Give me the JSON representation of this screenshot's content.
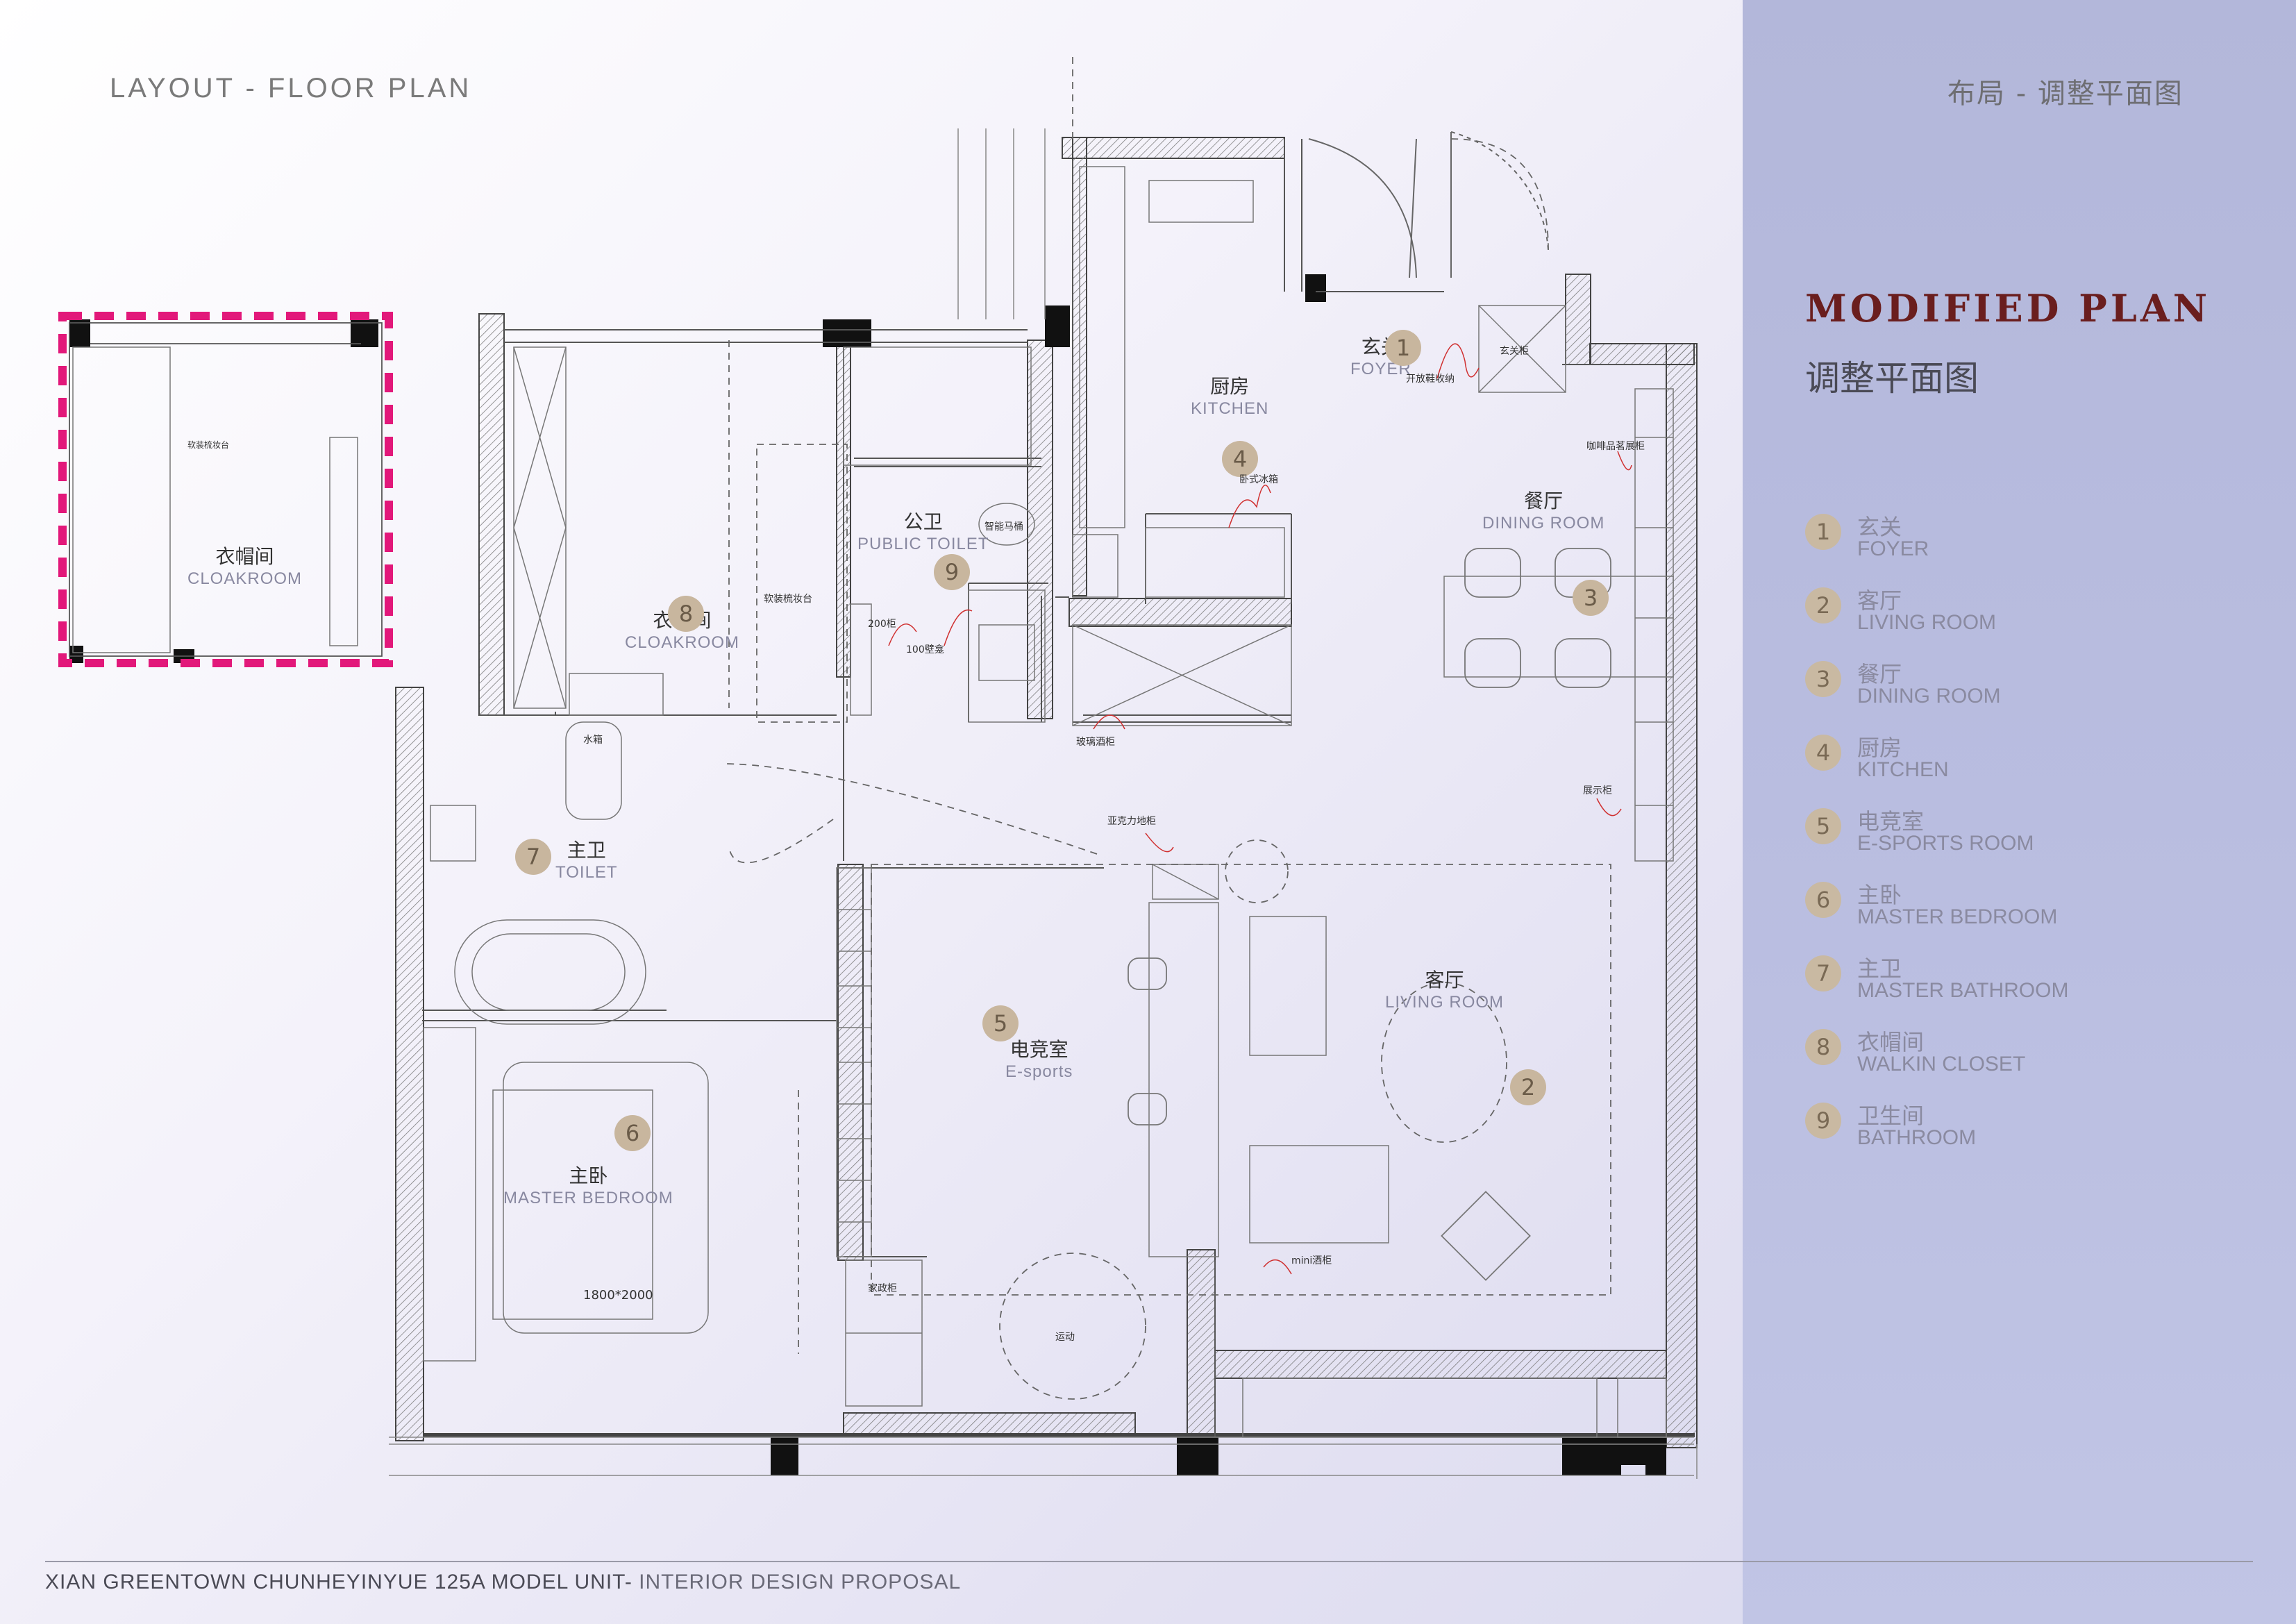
{
  "header": {
    "left_title": "LAYOUT - FLOOR PLAN",
    "right_title": "布局 - 调整平面图"
  },
  "sidebar": {
    "title": "MODIFIED PLAN",
    "subtitle": "调整平面图",
    "legend": [
      {
        "num": "1",
        "cn": "玄关",
        "en": "FOYER"
      },
      {
        "num": "2",
        "cn": "客厅",
        "en": "LIVING ROOM"
      },
      {
        "num": "3",
        "cn": "餐厅",
        "en": "DINING ROOM"
      },
      {
        "num": "4",
        "cn": "厨房",
        "en": "KITCHEN"
      },
      {
        "num": "5",
        "cn": "电竞室",
        "en": "E-SPORTS ROOM"
      },
      {
        "num": "6",
        "cn": "主卧",
        "en": "MASTER BEDROOM"
      },
      {
        "num": "7",
        "cn": "主卫",
        "en": "MASTER BATHROOM"
      },
      {
        "num": "8",
        "cn": "衣帽间",
        "en": "WALKIN CLOSET"
      },
      {
        "num": "9",
        "cn": "卫生间",
        "en": "BATHROOM"
      }
    ]
  },
  "rooms": {
    "foyer": {
      "cn": "玄关",
      "en": "FOYER",
      "num": "1"
    },
    "kitchen": {
      "cn": "厨房",
      "en": "KITCHEN",
      "num": "4"
    },
    "dining": {
      "cn": "餐厅",
      "en": "DINING ROOM",
      "num": "3"
    },
    "public_toilet": {
      "cn": "公卫",
      "en": "PUBLIC TOILET",
      "num": "9"
    },
    "cloakroom": {
      "cn": "衣帽间",
      "en": "CLOAKROOM",
      "num": "8"
    },
    "master_toilet": {
      "cn": "主卫",
      "en": "TOILET",
      "num": "7"
    },
    "esports": {
      "cn": "电竞室",
      "en": "E-sports",
      "num": "5"
    },
    "living": {
      "cn": "客厅",
      "en": "LIVING ROOM",
      "num": "2"
    },
    "master_bedroom": {
      "cn": "主卧",
      "en": "MASTER BEDROOM",
      "num": "6"
    },
    "inset_cloak": {
      "cn": "衣帽间",
      "en": "CLOAKROOM"
    }
  },
  "notes": {
    "shoe_cabinet": "开放鞋收纳",
    "fridge": "卧式冰箱",
    "coffee": "咖啡品茗展柜",
    "wine": "玻璃酒柜",
    "display": "展示柜",
    "acrylic": "亚克力地柜",
    "mini_bar": "mini酒柜",
    "smart_toilet": "智能马桶",
    "soft_dresser": "软装梳妆台",
    "niche_200": "200柜",
    "niche_100": "100壁龛",
    "water_tank": "水箱",
    "bed_size": "1800*2000",
    "sport": "运动",
    "home_cabinet": "家政柜",
    "inset_note": "软装梳妆台",
    "foyer_cab": "玄关柜"
  },
  "footer": {
    "main": "XIAN GREENTOWN CHUNHEYINYUE 125A MODEL UNIT-",
    "sub": " INTERIOR DESIGN PROPOSAL"
  }
}
